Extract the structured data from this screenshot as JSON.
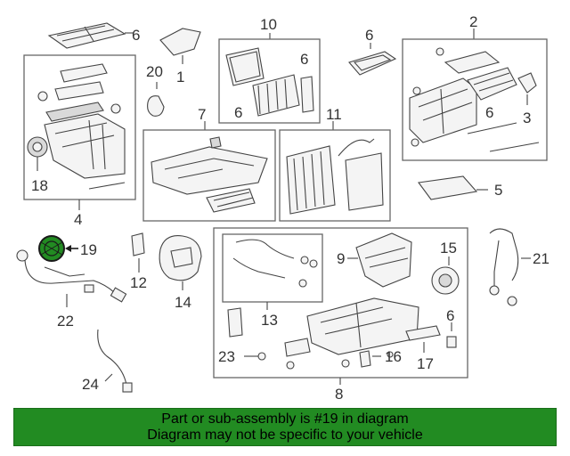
{
  "callouts": {
    "c1": "1",
    "c2": "2",
    "c3": "3",
    "c4": "4",
    "c5": "5",
    "c6a": "6",
    "c6b": "6",
    "c6c": "6",
    "c6d": "6",
    "c6e": "6",
    "c6f": "6",
    "c7": "7",
    "c8": "8",
    "c9": "9",
    "c10": "10",
    "c11": "11",
    "c12": "12",
    "c13": "13",
    "c14": "14",
    "c15": "15",
    "c16": "16",
    "c17": "17",
    "c18": "18",
    "c19": "19",
    "c20": "20",
    "c21": "21",
    "c22": "22",
    "c23": "23",
    "c24": "24"
  },
  "highlight_color": "#228B22",
  "banner": {
    "line1": "Part or sub-assembly is #19 in diagram",
    "line2": "Diagram may not be specific to your vehicle"
  }
}
